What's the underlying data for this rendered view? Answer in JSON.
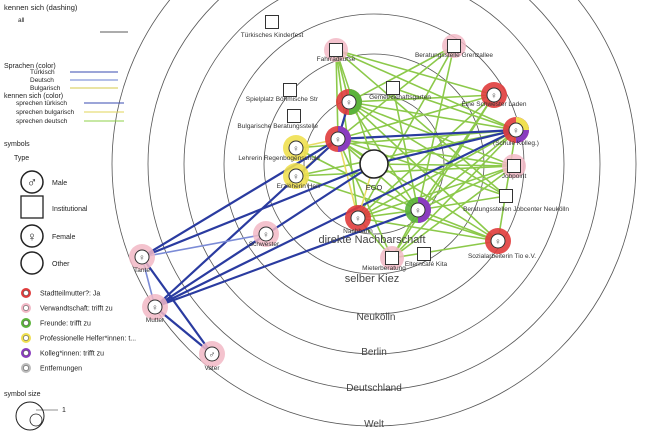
{
  "legend": {
    "dashing_title": "kennen sich (dashing)",
    "dashing_all": "all",
    "color_title": "Sprachen (color)",
    "languages": [
      {
        "label": "Türkisch",
        "color": "#3a4bb0"
      },
      {
        "label": "Deutsch",
        "color": "#6a7fd0"
      },
      {
        "label": "Bulgarisch",
        "color": "#d6c84a"
      }
    ],
    "kennen_color_title": "kennen sich (color)",
    "kennen": [
      {
        "label": "sprechen türkisch",
        "color": "#3a4bb0"
      },
      {
        "label": "sprechen bulgarisch",
        "color": "#e0d45a"
      },
      {
        "label": "sprechen deutsch",
        "color": "#8fd04a"
      }
    ],
    "symbols_title": "symbols",
    "type_title": "Type",
    "types": [
      {
        "label": "Male",
        "icon": "male-icon"
      },
      {
        "label": "Institutional",
        "icon": "square-icon"
      },
      {
        "label": "Female",
        "icon": "female-icon"
      },
      {
        "label": "Other",
        "icon": "circle-icon"
      }
    ],
    "attributes": [
      {
        "label": "Stadtteilmutter?: Ja",
        "color": "#e03c3c"
      },
      {
        "label": "Verwandtschaft: trifft zu",
        "color": "#f2b8c6"
      },
      {
        "label": "Freunde: trifft zu",
        "color": "#5bb33a"
      },
      {
        "label": "Professionelle Helfer*innen: t...",
        "color": "#f0e050"
      },
      {
        "label": "Kolleg*innen: trifft zu",
        "color": "#8a3cbf"
      },
      {
        "label": "Entfernungen",
        "color": "#bbbbbb"
      }
    ],
    "size_title": "symbol size",
    "size_value": "1"
  },
  "rings": [
    "direkte Nachbarschaft",
    "selber Kiez",
    "Neukölln",
    "Berlin",
    "Deutschland",
    "Welt"
  ],
  "ego_label": "EGO",
  "nodes": [
    {
      "id": "tuerkisches-kinderfest",
      "label": "Türkisches Kinderfest",
      "kind": "institution",
      "colors": []
    },
    {
      "id": "fahrradkurse",
      "label": "Fahrradkurse",
      "kind": "institution",
      "colors": [
        "#f2b8c6"
      ]
    },
    {
      "id": "beratung-grenzallee",
      "label": "Beratungsstelle Grenzallee",
      "kind": "institution",
      "colors": [
        "#f2b8c6"
      ]
    },
    {
      "id": "spielplatz",
      "label": "Spielplatz Böhmische Str",
      "kind": "institution",
      "colors": []
    },
    {
      "id": "frau-1",
      "label": "",
      "kind": "female",
      "colors": [
        "#e03c3c",
        "#5bb33a"
      ]
    },
    {
      "id": "gemeinschaftsgarten",
      "label": "Gemeinschaftsgarten",
      "kind": "institution",
      "colors": []
    },
    {
      "id": "eine-ladenladen",
      "label": "Eine Schwester Laden",
      "kind": "female",
      "colors": [
        "#e03c3c"
      ]
    },
    {
      "id": "bulg-beratung",
      "label": "Bulgarische Beratungsstelle",
      "kind": "institution",
      "colors": []
    },
    {
      "id": "frau-2",
      "label": "",
      "kind": "female",
      "colors": [
        "#e03c3c",
        "#8a3cbf"
      ]
    },
    {
      "id": "frau-3",
      "label": "(Schule Kolleg.)",
      "kind": "female",
      "colors": [
        "#e03c3c",
        "#8a3cbf",
        "#f0e050"
      ]
    },
    {
      "id": "lehrerin",
      "label": "Lehrerin Regenbogenschule",
      "kind": "female",
      "colors": [
        "#f0e050"
      ]
    },
    {
      "id": "erzieherin",
      "label": "Erzieherin Hert",
      "kind": "female",
      "colors": [
        "#f0e050"
      ]
    },
    {
      "id": "jobpoint",
      "label": "Jobpoint",
      "kind": "institution",
      "colors": [
        "#f2b8c6"
      ]
    },
    {
      "id": "beratung-jobcenter",
      "label": "Beratungsstellen Jobcenter Neukölln",
      "kind": "institution",
      "colors": []
    },
    {
      "id": "nachbarin",
      "label": "Nachbarin",
      "kind": "female",
      "colors": [
        "#e03c3c"
      ]
    },
    {
      "id": "frau-4",
      "label": "",
      "kind": "female",
      "colors": [
        "#5bb33a",
        "#8a3cbf"
      ]
    },
    {
      "id": "mieterberatung",
      "label": "Mieterberatung",
      "kind": "institution",
      "colors": [
        "#f2b8c6"
      ]
    },
    {
      "id": "elterncafe",
      "label": "Elterncafé Kita",
      "kind": "institution",
      "colors": []
    },
    {
      "id": "sozialarbeiterin",
      "label": "Sozialarbeiterin Tio e.V.",
      "kind": "female",
      "colors": [
        "#e03c3c"
      ]
    },
    {
      "id": "schwester",
      "label": "Schwester",
      "kind": "female",
      "colors": [
        "#f2b8c6"
      ]
    },
    {
      "id": "tante",
      "label": "Tante",
      "kind": "female",
      "colors": [
        "#f2b8c6"
      ]
    },
    {
      "id": "mutter",
      "label": "Mutter",
      "kind": "female",
      "colors": [
        "#f2b8c6"
      ]
    },
    {
      "id": "vater",
      "label": "Vater",
      "kind": "male",
      "colors": [
        "#f2b8c6"
      ]
    }
  ]
}
